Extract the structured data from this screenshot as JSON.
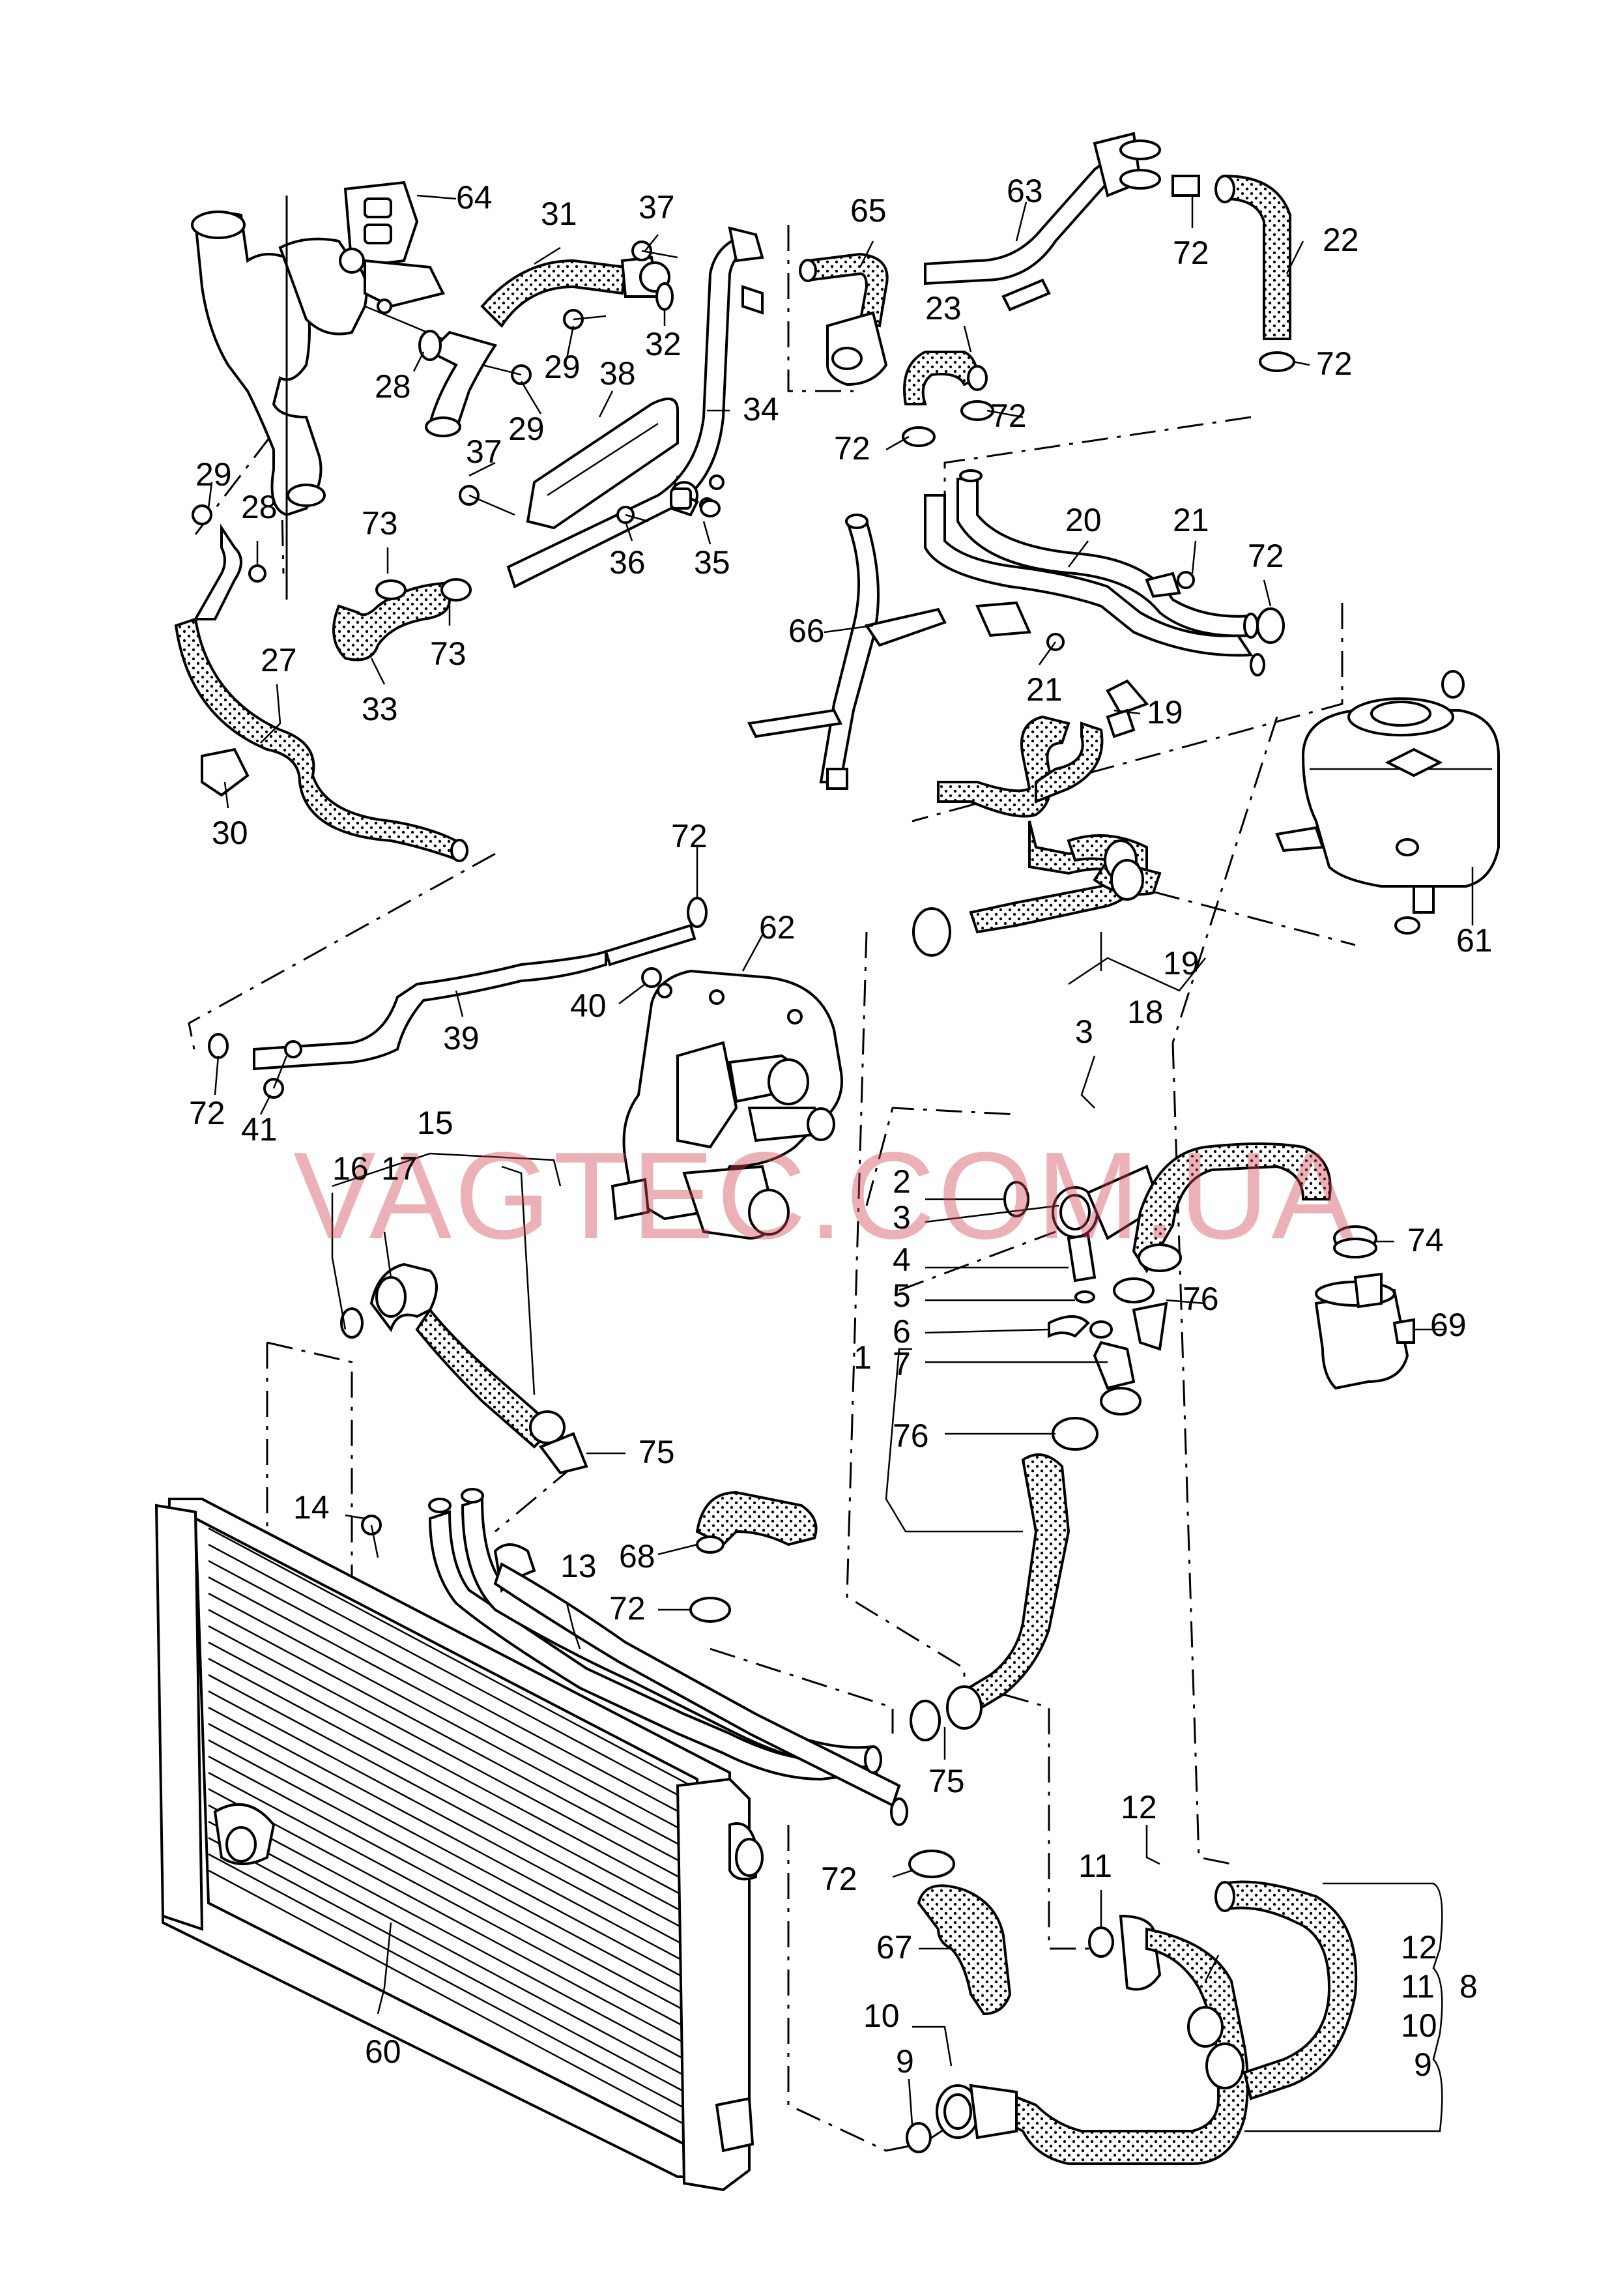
{
  "watermark": "VAGTEC.COM.UA",
  "labels": [
    "1",
    "2",
    "3",
    "4",
    "5",
    "6",
    "7",
    "8",
    "9",
    "10",
    "11",
    "12",
    "13",
    "14",
    "15",
    "16",
    "17",
    "18",
    "19",
    "20",
    "21",
    "22",
    "23",
    "27",
    "28",
    "29",
    "30",
    "31",
    "32",
    "33",
    "34",
    "35",
    "36",
    "37",
    "38",
    "39",
    "40",
    "41",
    "60",
    "61",
    "62",
    "63",
    "64",
    "65",
    "66",
    "67",
    "68",
    "69",
    "72",
    "73",
    "74",
    "75",
    "76"
  ]
}
